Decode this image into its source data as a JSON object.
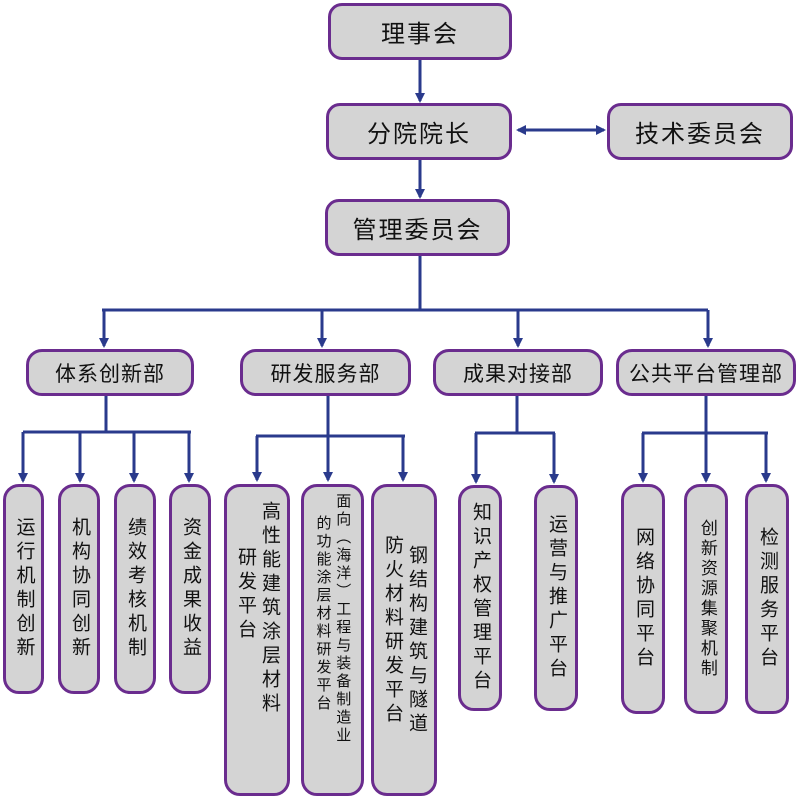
{
  "colors": {
    "line": "#2a3a8c",
    "border": "#6a2c8e",
    "fill": "#d4d4d4"
  },
  "top": {
    "council": "理事会",
    "director": "分院院长",
    "tech_committee": "技术委员会",
    "management": "管理委员会"
  },
  "departments": [
    {
      "label": "体系创新部",
      "children": [
        {
          "lines": [
            "运行机制创新"
          ]
        },
        {
          "lines": [
            "机构协同创新"
          ]
        },
        {
          "lines": [
            "绩效考核机制"
          ]
        },
        {
          "lines": [
            "资金成果收益"
          ]
        }
      ]
    },
    {
      "label": "研发服务部",
      "children": [
        {
          "lines": [
            "高性能建筑涂层材料",
            "研发平台"
          ]
        },
        {
          "lines": [
            "面向（海洋）工程与装备制造业",
            "的功能涂层材料研发平台"
          ]
        },
        {
          "lines": [
            "钢结构建筑与隧道",
            "防火材料研发平台"
          ]
        }
      ]
    },
    {
      "label": "成果对接部",
      "children": [
        {
          "lines": [
            "知识产权管理平台"
          ]
        },
        {
          "lines": [
            "运营与推广平台"
          ]
        }
      ]
    },
    {
      "label": "公共平台管理部",
      "children": [
        {
          "lines": [
            "网络协同平台"
          ]
        },
        {
          "lines": [
            "创新资源集聚机制"
          ]
        },
        {
          "lines": [
            "检测服务平台"
          ]
        }
      ]
    }
  ]
}
